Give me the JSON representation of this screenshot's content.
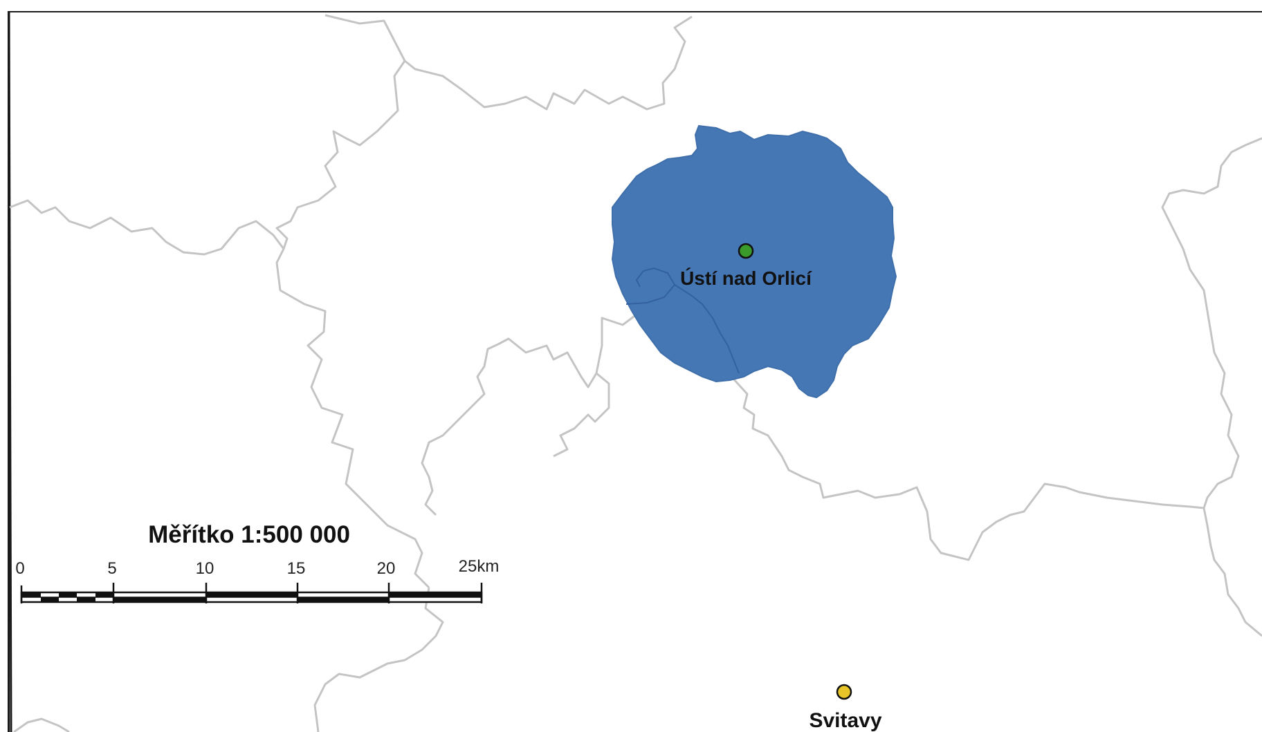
{
  "map": {
    "places": [
      {
        "name": "Ústí nad Orlicí",
        "marker_color": "#3a9a2a"
      },
      {
        "name": "Svitavy",
        "marker_color": "#e8c62a"
      }
    ],
    "region_fill_color": "#4677b5",
    "boundary_color": "#c4c4c4"
  },
  "scale_bar": {
    "title": "Měřítko 1:500 000",
    "ticks": [
      "0",
      "5",
      "10",
      "15",
      "20",
      "25km"
    ]
  }
}
